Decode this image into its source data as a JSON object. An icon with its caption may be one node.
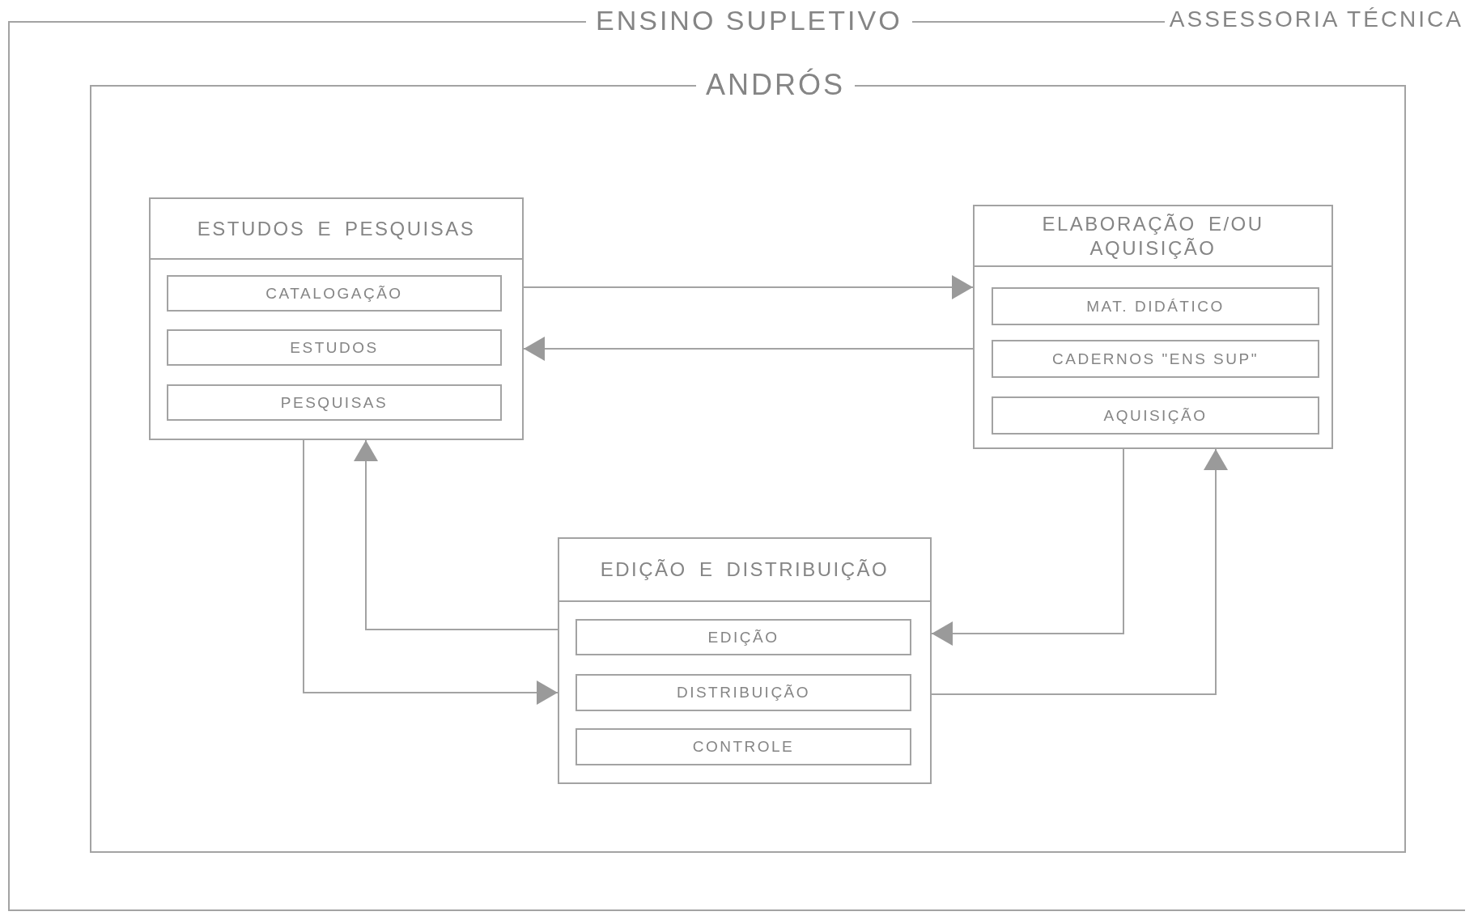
{
  "diagram": {
    "nodes": [
      {
        "text": [
          "ENSINO SUPLETIVO"
        ]
      },
      {
        "text": [
          "ANDRÓS"
        ],
        "in": 0
      },
      {
        "text": [
          "ESTUDOS E PESQUISAS"
        ],
        "in": 1
      },
      {
        "text": [
          "CATALOGAÇÃO"
        ],
        "in": 2
      },
      {
        "text": [
          "ESTUDOS"
        ],
        "in": 2
      },
      {
        "text": [
          "PESQUISAS"
        ],
        "in": 2
      },
      {
        "text": [
          "ELABORAÇÃO E/OU AQUISIÇÃO"
        ],
        "in": 1
      },
      {
        "text": [
          "MAT. DIDÁTICO"
        ],
        "in": 6
      },
      {
        "text": [
          "CADERNOS \"ENS SUP\""
        ],
        "in": 6
      },
      {
        "text": [
          "AQUISIÇÃO"
        ],
        "in": 6
      },
      {
        "text": [
          "EDIÇÃO E DISTRIBUIÇÃO"
        ],
        "in": 1
      },
      {
        "text": [
          "EDIÇÃO"
        ],
        "in": 10
      },
      {
        "text": [
          "DISTRIBUIÇÃO"
        ],
        "in": 10
      },
      {
        "text": [
          "CONTROLE"
        ],
        "in": 10
      }
    ],
    "edges": [
      {
        "from": 2,
        "to": 6,
        "arrow": "to"
      },
      {
        "from": 6,
        "to": 2,
        "arrow": "to"
      },
      {
        "from": 2,
        "to": 10,
        "arrow": "to"
      },
      {
        "from": 10,
        "to": 2,
        "arrow": "to"
      },
      {
        "from": 6,
        "to": 10,
        "arrow": "to"
      },
      {
        "from": 10,
        "to": 6,
        "arrow": "to"
      }
    ],
    "labels": [
      "ASSESSORIA TÉCNICA"
    ]
  }
}
